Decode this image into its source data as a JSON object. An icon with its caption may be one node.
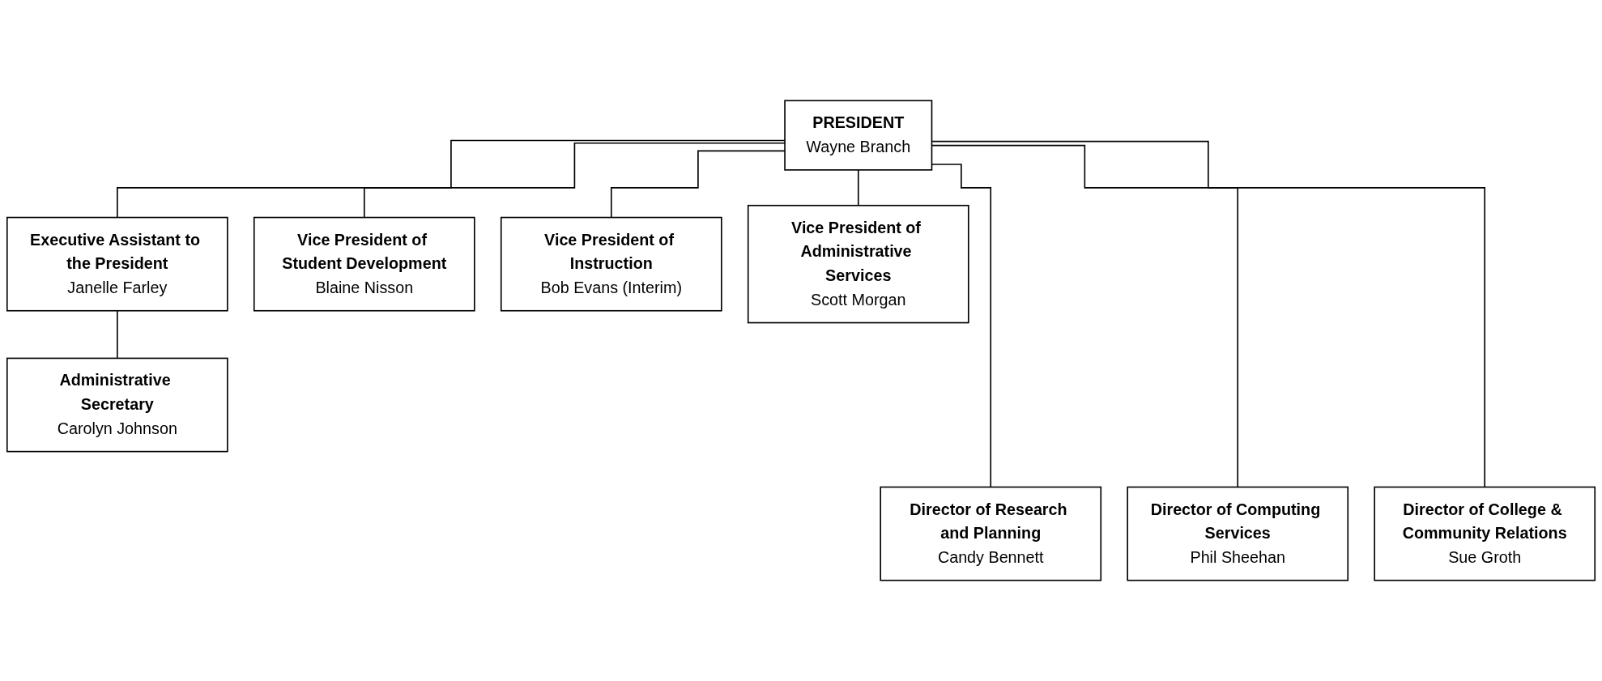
{
  "diagram": {
    "nodes": [
      {
        "text": [
          "PRESIDENT",
          "Wayne Branch"
        ]
      },
      {
        "text": [
          "Executive Assistant to the President",
          "Janelle Farley"
        ]
      },
      {
        "text": [
          "Administrative Secretary",
          "Carolyn Johnson"
        ]
      },
      {
        "text": [
          "Vice President of Student Development",
          "Blaine Nisson"
        ]
      },
      {
        "text": [
          "Vice President of Instruction",
          "Bob Evans (Interim)"
        ]
      },
      {
        "text": [
          "Vice President of Administrative Services",
          "Scott Morgan"
        ]
      },
      {
        "text": [
          "Director of Research and Planning",
          "Candy Bennett"
        ]
      },
      {
        "text": [
          "Director of Computing Services",
          "Phil Sheehan"
        ]
      },
      {
        "text": [
          "Director of College & Community Relations",
          "Sue Groth"
        ]
      }
    ],
    "edges": [
      {
        "from": 0,
        "to": 1,
        "arrow": "none"
      },
      {
        "from": 1,
        "to": 2,
        "arrow": "none"
      },
      {
        "from": 0,
        "to": 3,
        "arrow": "none"
      },
      {
        "from": 0,
        "to": 4,
        "arrow": "none"
      },
      {
        "from": 0,
        "to": 5,
        "arrow": "none"
      },
      {
        "from": 0,
        "to": 6,
        "arrow": "none"
      },
      {
        "from": 0,
        "to": 7,
        "arrow": "none"
      },
      {
        "from": 0,
        "to": 8,
        "arrow": "none"
      }
    ]
  }
}
